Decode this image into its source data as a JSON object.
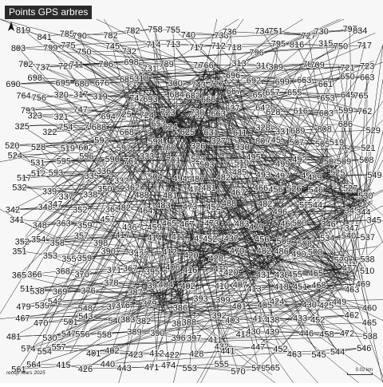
{
  "title": "Points GPS arbres",
  "credit": "recup Mars 2025",
  "scale_label": "0.02 km",
  "icons": {
    "north": "north-arrow-icon"
  },
  "colors": {
    "line": "#1a1a1a",
    "point": "#111111",
    "label": "#111111",
    "background": "#f7f7f7",
    "title_bg": "#2b2b2b"
  },
  "labels": [
    "819",
    "841",
    "785",
    "790",
    "782",
    "782",
    "758",
    "755",
    "740",
    "738",
    "736",
    "734",
    "751",
    "727",
    "730",
    "797",
    "834",
    "803",
    "799",
    "775",
    "750",
    "745",
    "732",
    "714",
    "713",
    "717",
    "712",
    "718",
    "796",
    "795",
    "816",
    "315",
    "750",
    "717",
    "702",
    "737",
    "729",
    "711",
    "706",
    "698",
    "731",
    "789",
    "784",
    "766",
    "313",
    "316",
    "309",
    "701",
    "709",
    "721",
    "723",
    "690",
    "698",
    "695",
    "680",
    "676",
    "685",
    "318",
    "300",
    "743",
    "727",
    "696",
    "692",
    "699",
    "663",
    "661",
    "650",
    "663",
    "764",
    "756",
    "320",
    "317",
    "319",
    "742",
    "693",
    "684",
    "682",
    "666",
    "667",
    "659",
    "657",
    "655",
    "653",
    "645",
    "765",
    "793",
    "323",
    "321",
    "747",
    "694",
    "725",
    "724",
    "723",
    "730",
    "663",
    "637",
    "642",
    "628",
    "616",
    "603",
    "599",
    "762",
    "325",
    "322",
    "754",
    "702",
    "688",
    "668",
    "653",
    "624",
    "625",
    "631",
    "611",
    "328",
    "331",
    "689",
    "808",
    "686",
    "529",
    "520",
    "528",
    "519",
    "602",
    "592",
    "597",
    "598",
    "760",
    "326",
    "327",
    "330",
    "809",
    "745",
    "507",
    "505",
    "519",
    "521",
    "524",
    "531",
    "595",
    "596",
    "590",
    "761",
    "333",
    "701",
    "523",
    "503",
    "510",
    "495",
    "499",
    "492",
    "504",
    "509",
    "508",
    "517",
    "512",
    "593",
    "335",
    "336",
    "332",
    "504",
    "494",
    "487",
    "482",
    "485",
    "493",
    "497",
    "498",
    "489",
    "525",
    "549",
    "532",
    "339",
    "337",
    "338",
    "350",
    "362",
    "488",
    "481",
    "478",
    "481",
    "467",
    "466",
    "456",
    "526",
    "546",
    "527",
    "530",
    "342",
    "340",
    "347",
    "352",
    "360",
    "482",
    "464",
    "483",
    "473",
    "452",
    "488",
    "482",
    "496",
    "520",
    "544",
    "345",
    "344",
    "341",
    "348",
    "363",
    "359",
    "457",
    "436",
    "459",
    "465",
    "467",
    "473",
    "483",
    "479",
    "466",
    "500",
    "346",
    "347",
    "345",
    "352",
    "354",
    "358",
    "357",
    "398",
    "417",
    "414",
    "411",
    "453",
    "452",
    "437",
    "456",
    "509",
    "508",
    "534",
    "540",
    "537",
    "351",
    "353",
    "355",
    "359",
    "390",
    "397",
    "422",
    "412",
    "420",
    "428",
    "470",
    "482",
    "486",
    "490",
    "500",
    "529",
    "538",
    "365",
    "366",
    "368",
    "370",
    "371",
    "367",
    "395",
    "406",
    "416",
    "419",
    "420",
    "431",
    "438",
    "455",
    "465",
    "477",
    "510",
    "511",
    "538",
    "369",
    "376",
    "378",
    "387",
    "394",
    "404",
    "402",
    "410",
    "407",
    "413",
    "418",
    "451",
    "468",
    "463",
    "469",
    "479",
    "539",
    "542",
    "548",
    "375",
    "376",
    "379",
    "386",
    "393",
    "399",
    "401",
    "405",
    "424",
    "430",
    "425",
    "449",
    "460",
    "467",
    "470",
    "501",
    "543",
    "540",
    "383",
    "382",
    "385",
    "388",
    "392",
    "403",
    "413",
    "438",
    "433",
    "452",
    "462",
    "465",
    "481",
    "530",
    "547",
    "556",
    "558",
    "389",
    "390",
    "396",
    "397",
    "411",
    "418",
    "430",
    "439",
    "446",
    "458",
    "472",
    "538",
    "574",
    "554",
    "557",
    "401",
    "402",
    "423",
    "412",
    "422",
    "428",
    "432",
    "441",
    "447",
    "452",
    "463",
    "545",
    "544",
    "546",
    "561",
    "564",
    "415",
    "426",
    "440",
    "443",
    "471",
    "474",
    "553",
    "555",
    "570",
    "579",
    "565"
  ]
}
